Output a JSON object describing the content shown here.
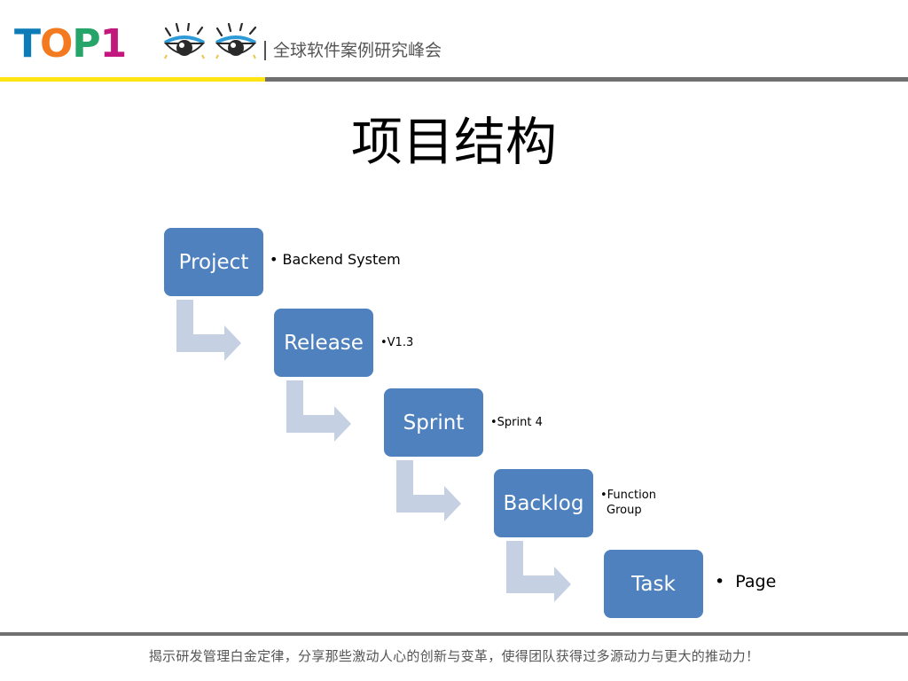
{
  "header": {
    "logo": {
      "parts": [
        "T",
        "O",
        "P",
        "1"
      ],
      "colors": [
        "#0c7bb7",
        "#f47a20",
        "#26a56b",
        "#c2177d"
      ]
    },
    "subtitle": "全球软件案例研究峰会",
    "accent_yellow": "#ffe414",
    "accent_gray": "#707070"
  },
  "title": "项目结构",
  "diagram": {
    "node_color": "#4e81bd",
    "arrow_color": "#c5d1e3",
    "nodes": [
      {
        "label": "Project",
        "note": "• Backend System"
      },
      {
        "label": "Release",
        "note": "•V1.3"
      },
      {
        "label": "Sprint",
        "note": "•Sprint 4"
      },
      {
        "label": "Backlog",
        "note_line1": "•Function",
        "note_line2": "Group"
      },
      {
        "label": "Task",
        "note": "•  Page"
      }
    ]
  },
  "footer": {
    "tagline": "揭示研发管理白金定律，分享那些激动人心的创新与变革，使得团队获得过多源动力与更大的推动力！"
  }
}
